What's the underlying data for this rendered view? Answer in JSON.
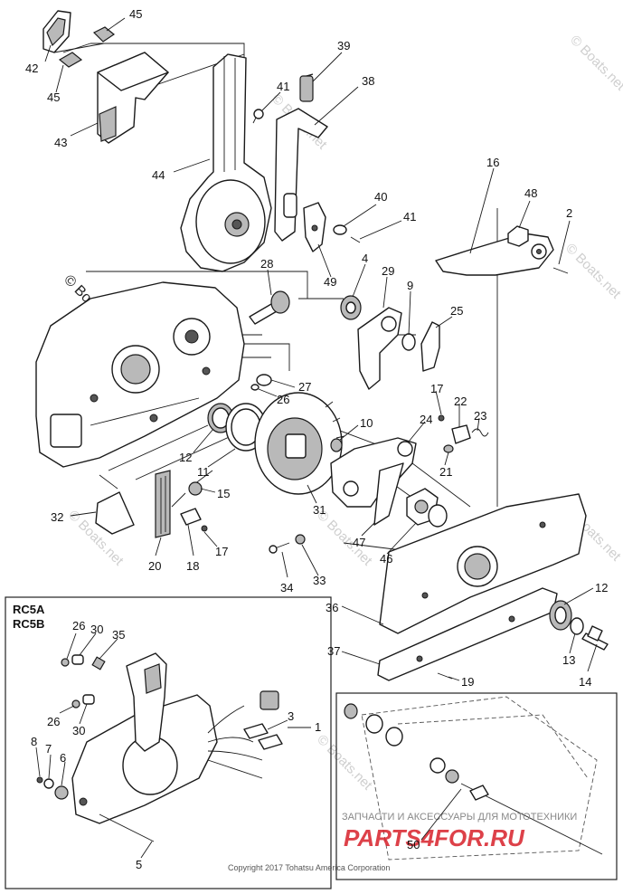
{
  "callouts": [
    "45",
    "42",
    "45",
    "43",
    "39",
    "41",
    "38",
    "44",
    "16",
    "48",
    "2",
    "40",
    "41",
    "4",
    "29",
    "9",
    "25",
    "28",
    "49",
    "27",
    "26",
    "17",
    "22",
    "23",
    "24",
    "10",
    "21",
    "12",
    "11",
    "15",
    "31",
    "47",
    "46",
    "32",
    "20",
    "18",
    "17",
    "34",
    "33",
    "36",
    "12",
    "13",
    "14",
    "37",
    "19",
    "1",
    "3",
    "26",
    "30",
    "35",
    "26",
    "30",
    "8",
    "7",
    "6",
    "5",
    "50"
  ],
  "inset_labels": {
    "model_a": "RC5A",
    "model_b": "RC5B"
  },
  "watermarks": [
    "© Boats.net",
    "© Boats.net",
    "© Boats.net",
    "© Boats.net",
    "© Boats.net",
    "© Boats.net",
    "© Boats.net",
    "© Boats.net"
  ],
  "promo": {
    "caption": "ЗАПЧАСТИ И АКСЕССУАРЫ ДЛЯ МОТОТЕХНИКИ",
    "brand": "PARTS4FOR.RU"
  },
  "copyright": "Copyright 2017 Tohatsu America Corporation",
  "colors": {
    "line": "#1a1a1a",
    "fill": "#ffffff",
    "watermark": "#c8c8c8",
    "promo_red": "#d8202a"
  }
}
